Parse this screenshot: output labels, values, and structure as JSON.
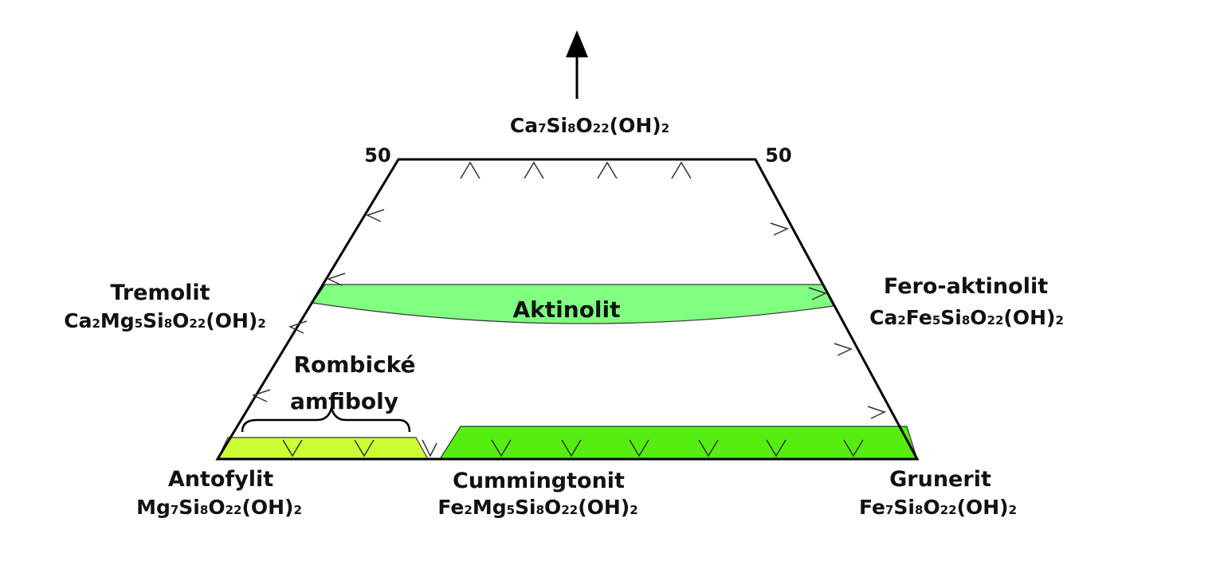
{
  "apex": {
    "formula": [
      {
        "t": "Ca"
      },
      {
        "t": "7",
        "sub": true
      },
      {
        "t": "Si"
      },
      {
        "t": "8",
        "sub": true
      },
      {
        "t": "O"
      },
      {
        "t": "22",
        "sub": true
      },
      {
        "t": "(OH)"
      },
      {
        "t": "2",
        "sub": true
      }
    ],
    "arrow_icon": "arrow-up-icon"
  },
  "scale": {
    "left_label": "50",
    "right_label": "50"
  },
  "minerals": {
    "tremolit": {
      "name": "Tremolit",
      "formula": [
        {
          "t": "Ca"
        },
        {
          "t": "2",
          "sub": true
        },
        {
          "t": "Mg"
        },
        {
          "t": "5",
          "sub": true
        },
        {
          "t": "Si"
        },
        {
          "t": "8",
          "sub": true
        },
        {
          "t": "O"
        },
        {
          "t": "22",
          "sub": true
        },
        {
          "t": "(OH)"
        },
        {
          "t": "2",
          "sub": true
        }
      ]
    },
    "fero_aktinolit": {
      "name": "Fero-aktinolit",
      "formula": [
        {
          "t": "Ca"
        },
        {
          "t": "2",
          "sub": true
        },
        {
          "t": "Fe"
        },
        {
          "t": "5",
          "sub": true
        },
        {
          "t": "Si"
        },
        {
          "t": "8",
          "sub": true
        },
        {
          "t": "O"
        },
        {
          "t": "22",
          "sub": true
        },
        {
          "t": "(OH)"
        },
        {
          "t": "2",
          "sub": true
        }
      ]
    },
    "antofylit": {
      "name": "Antofylit",
      "formula": [
        {
          "t": "Mg"
        },
        {
          "t": "7",
          "sub": true
        },
        {
          "t": "Si"
        },
        {
          "t": "8",
          "sub": true
        },
        {
          "t": "O"
        },
        {
          "t": "22",
          "sub": true
        },
        {
          "t": "(OH)"
        },
        {
          "t": "2",
          "sub": true
        }
      ]
    },
    "cummingtonit": {
      "name": "Cummingtonit",
      "formula": [
        {
          "t": "Fe"
        },
        {
          "t": "2",
          "sub": true
        },
        {
          "t": "Mg"
        },
        {
          "t": "5",
          "sub": true
        },
        {
          "t": "Si"
        },
        {
          "t": "8",
          "sub": true
        },
        {
          "t": "O"
        },
        {
          "t": "22",
          "sub": true
        },
        {
          "t": "(OH)"
        },
        {
          "t": "2",
          "sub": true
        }
      ]
    },
    "grunerit": {
      "name": "Grunerit",
      "formula": [
        {
          "t": "Fe"
        },
        {
          "t": "7",
          "sub": true
        },
        {
          "t": "Si"
        },
        {
          "t": "8",
          "sub": true
        },
        {
          "t": "O"
        },
        {
          "t": "22",
          "sub": true
        },
        {
          "t": "(OH)"
        },
        {
          "t": "2",
          "sub": true
        }
      ]
    }
  },
  "zones": {
    "aktinolit": {
      "label": "Aktinolit",
      "color": "#80ff80"
    },
    "rombicke": {
      "label_line1": "Rombické",
      "label_line2": "amfiboly"
    },
    "antofylit_band": {
      "color": "#ccff33"
    },
    "cummingtonit_band": {
      "color": "#55ee11"
    }
  },
  "colors": {
    "outline": "#000000",
    "text": "#111111"
  }
}
